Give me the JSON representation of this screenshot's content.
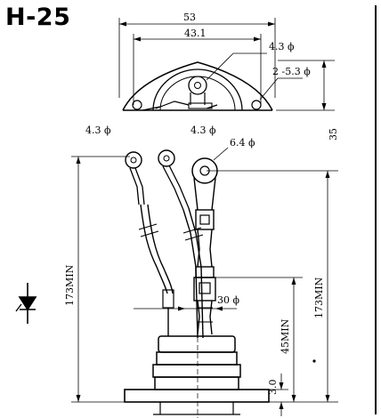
{
  "title": "H-25",
  "top_view": {
    "width_overall": "53",
    "hole_spacing": "43.1",
    "center_hole": "4.3 ϕ",
    "mount_holes": "2 -5.3 ϕ",
    "height": "35"
  },
  "side_view": {
    "lead1_terminal": "4.3 ϕ",
    "lead2_terminal": "4.3 ϕ",
    "main_terminal": "6.4 ϕ",
    "lead_length_left": "173MIN",
    "lead_length_right": "173MIN",
    "body_diameter": "30 ϕ",
    "body_height": "45MIN",
    "flange_thickness": "3.0"
  },
  "colors": {
    "ink": "#000000",
    "background": "#ffffff"
  }
}
